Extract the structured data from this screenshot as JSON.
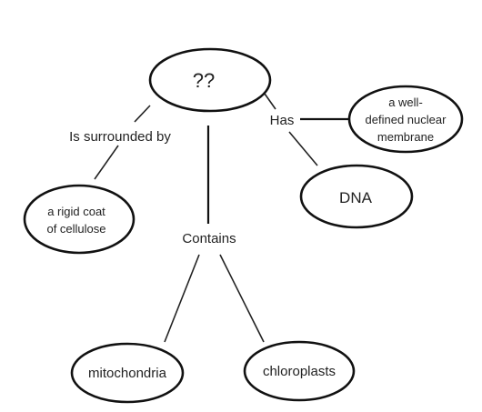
{
  "diagram": {
    "center_node": "??",
    "links": {
      "surrounded": "Is surrounded by",
      "has": "Has",
      "contains": "Contains"
    },
    "nodes": {
      "cell_wall": [
        "a rigid coat",
        "of cellulose"
      ],
      "nucleus": [
        "a well-",
        "defined nuclear",
        "membrane"
      ],
      "dna": "DNA",
      "mitochondria": "mitochondria",
      "chloroplasts": "chloroplasts"
    }
  }
}
